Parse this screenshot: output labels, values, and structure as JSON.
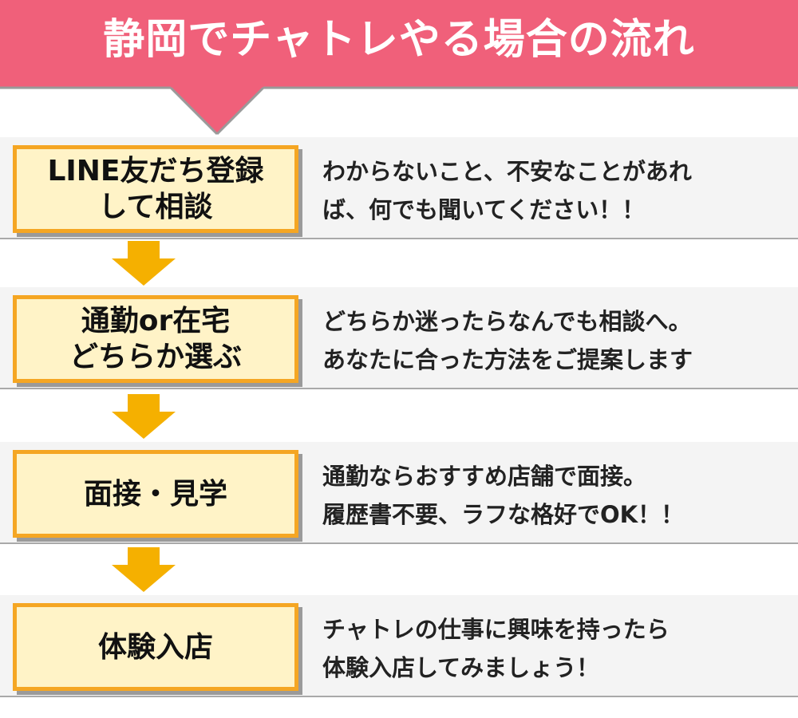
{
  "header": {
    "title": "静岡でチャトレやる場合の流れ"
  },
  "steps": [
    {
      "label": "LINE友だち登録\nして相談",
      "description": "わからないこと、不安なことがあれ\nば、何でも聞いてください！！"
    },
    {
      "label": "通勤or在宅\nどちらか選ぶ",
      "description": "どちらか迷ったらなんでも相談へ。\nあなたに合った方法をご提案します"
    },
    {
      "label": "面接・見学",
      "description": "通勤ならおすすめ店舗で面接。\n履歴書不要、ラフな格好でOK！！"
    },
    {
      "label": "体験入店",
      "description": "チャトレの仕事に興味を持ったら\n体験入店してみましょう！"
    }
  ],
  "colors": {
    "banner": "#f0607a",
    "step_border": "#f5a623",
    "step_fill": "#fff3c7",
    "arrow": "#f5b000",
    "row_background": "#f4f4f4"
  },
  "icons": {
    "flow_arrow": "down-arrow-icon"
  }
}
